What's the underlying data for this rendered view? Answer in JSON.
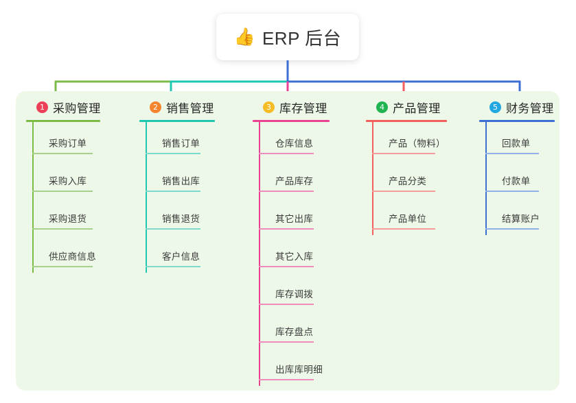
{
  "diagram": {
    "type": "mindmap",
    "root": {
      "icon": "thumbs-up-icon",
      "icon_glyph": "👍",
      "title": "ERP 后台"
    },
    "panel_bg": "#eef8e8",
    "branches": [
      {
        "number": "1",
        "title": "采购管理",
        "badge_color": "#ec4059",
        "line_color": "#7cbb46",
        "leaf_line_color": "#a8d08d",
        "items": [
          {
            "label": "采购订单"
          },
          {
            "label": "采购入库"
          },
          {
            "label": "采购退货"
          },
          {
            "label": "供应商信息"
          }
        ]
      },
      {
        "number": "2",
        "title": "销售管理",
        "badge_color": "#f5842e",
        "line_color": "#1fc7b0",
        "leaf_line_color": "#7ed9cd",
        "items": [
          {
            "label": "销售订单"
          },
          {
            "label": "销售出库"
          },
          {
            "label": "销售退货"
          },
          {
            "label": "客户信息"
          }
        ]
      },
      {
        "number": "3",
        "title": "库存管理",
        "badge_color": "#f5bc26",
        "line_color": "#ec4093",
        "leaf_line_color": "#f08cbd",
        "items": [
          {
            "label": "仓库信息"
          },
          {
            "label": "产品库存"
          },
          {
            "label": "其它出库"
          },
          {
            "label": "其它入库"
          },
          {
            "label": "库存调拨"
          },
          {
            "label": "库存盘点"
          },
          {
            "label": "出库库明细"
          }
        ]
      },
      {
        "number": "4",
        "title": "产品管理",
        "badge_color": "#20b352",
        "line_color": "#f25f5c",
        "leaf_line_color": "#f59b98",
        "items": [
          {
            "label": "产品（物料）"
          },
          {
            "label": "产品分类"
          },
          {
            "label": "产品单位"
          }
        ]
      },
      {
        "number": "5",
        "title": "财务管理",
        "badge_color": "#22a7e0",
        "line_color": "#3b6fd4",
        "leaf_line_color": "#8fb0e8",
        "items": [
          {
            "label": "回款单"
          },
          {
            "label": "付款单"
          },
          {
            "label": "结算账户"
          }
        ]
      }
    ],
    "connectors": {
      "trunk_color": "#3b6fd4",
      "segment_colors": [
        "#7cbb46",
        "#1fc7b0",
        "#3b6fd4",
        "#3b6fd4"
      ],
      "drop_colors": [
        "#7cbb46",
        "#1fc7b0",
        "#ec4093",
        "#f25f5c",
        "#3b6fd4"
      ]
    }
  }
}
